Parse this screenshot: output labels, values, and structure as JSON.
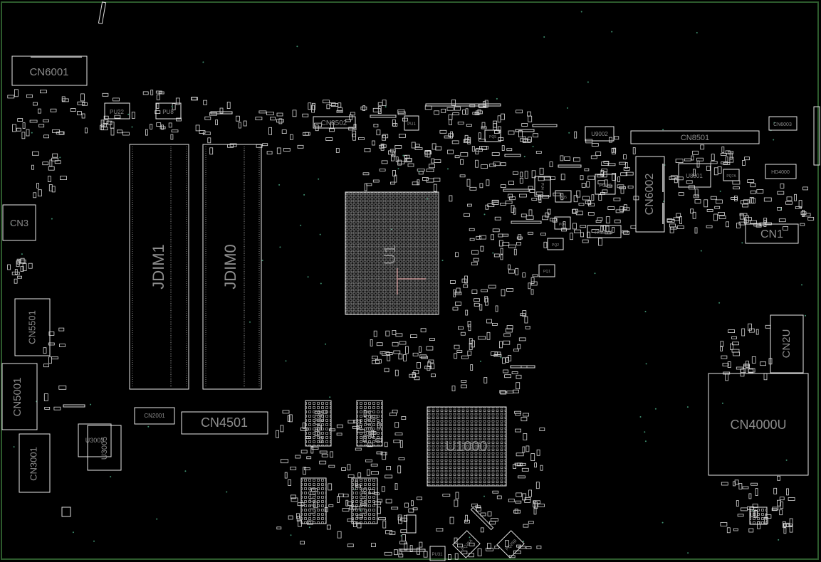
{
  "view": {
    "title": "PCB Boardview",
    "colors": {
      "background": "#000000",
      "board_outline": "#2d5a2d",
      "component_outline": "#e8e8e8",
      "label_text": "#8c8c8c",
      "pad": "#d8d8d8",
      "via": "#3f8f6f",
      "cross_mark": "#b08080"
    }
  },
  "components": {
    "cn6001": "CN6001",
    "pu22": "PU22",
    "pu8": "PU8",
    "cn8502": "CN8502",
    "pu1": "PU1",
    "pq5": "PQ5",
    "u9002": "U9002",
    "cn8501": "CN8501",
    "cn6003": "CN6003",
    "pu26": "PU26",
    "cn6002": "CN6002",
    "u8001": "U8001",
    "pq7a": "PQ7A",
    "hd4000": "HD4000",
    "cn1": "CN1",
    "pu4": "PU4",
    "pq5b": "PQ5",
    "pq6": "PQ6",
    "pq2": "PQ2",
    "pq1": "PQ1",
    "rn8001": "RN8001",
    "jdim1": "JDIM1",
    "jdim0": "JDIM0",
    "u1": "U1",
    "cn3": "CN3",
    "cn5501": "CN5501",
    "cn5001": "CN5001",
    "cn3001": "CN3001",
    "u3003": "U3003",
    "u3005": "U3005",
    "cn2001": "CN2001",
    "cn4501": "CN4501",
    "u1008": "U1008",
    "u1004": "U1004",
    "u1010": "U1010",
    "u1006": "U1006",
    "u1000": "U1000",
    "cn2u": "CN2U",
    "cn4000u": "CN4000U",
    "pq25a": "PQ25A",
    "pq25b": "PQ25B",
    "pu3": "PU3",
    "pu31": "PU31"
  }
}
